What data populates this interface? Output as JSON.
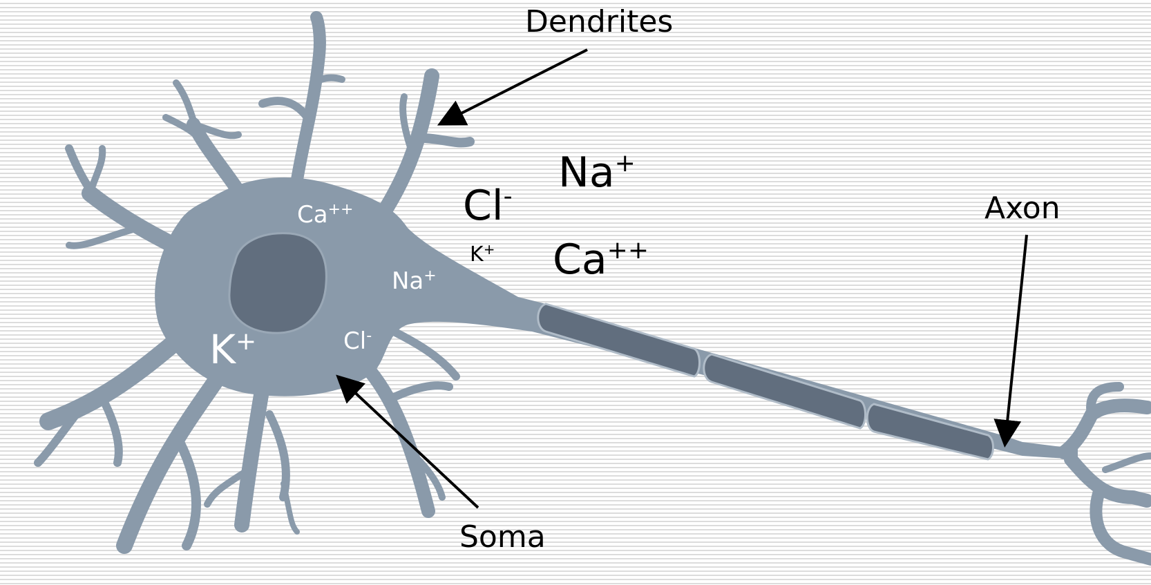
{
  "labels": {
    "dendrites": "Dendrites",
    "soma": "Soma",
    "axon": "Axon"
  },
  "ions_inside": {
    "ca": {
      "base": "Ca",
      "charge": "++"
    },
    "na": {
      "base": "Na",
      "charge": "+"
    },
    "cl": {
      "base": "Cl",
      "charge": "-"
    },
    "k": {
      "base": "K",
      "charge": "+"
    }
  },
  "ions_outside": {
    "na": {
      "base": "Na",
      "charge": "+"
    },
    "cl": {
      "base": "Cl",
      "charge": "-"
    },
    "k": {
      "base": "K",
      "charge": "+"
    },
    "ca": {
      "base": "Ca",
      "charge": "++"
    }
  },
  "colors": {
    "neuron_body": "#8a9aaa",
    "nucleus": "#616e7e",
    "myelin": "#616e7e",
    "background_stripe": "#dcdcdc"
  }
}
